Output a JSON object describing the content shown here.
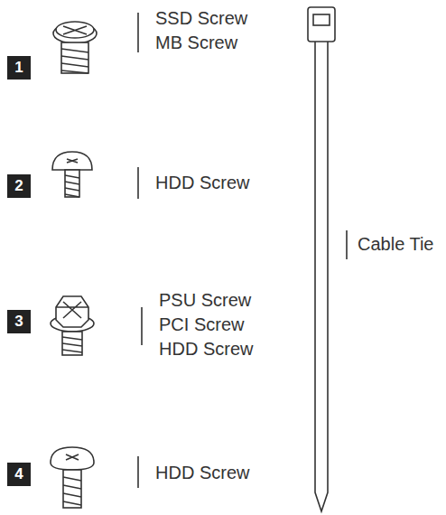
{
  "diagram": {
    "nodes": [
      {
        "text": [
          "1"
        ]
      },
      {
        "text": [
          "2"
        ]
      },
      {
        "text": [
          "3"
        ]
      },
      {
        "text": [
          "4"
        ]
      }
    ],
    "labels": [
      "SSD Screw",
      "MB Screw",
      "HDD Screw",
      "PSU Screw",
      "PCI Screw",
      "HDD Screw",
      "HDD Screw",
      "Cable Tie"
    ]
  }
}
